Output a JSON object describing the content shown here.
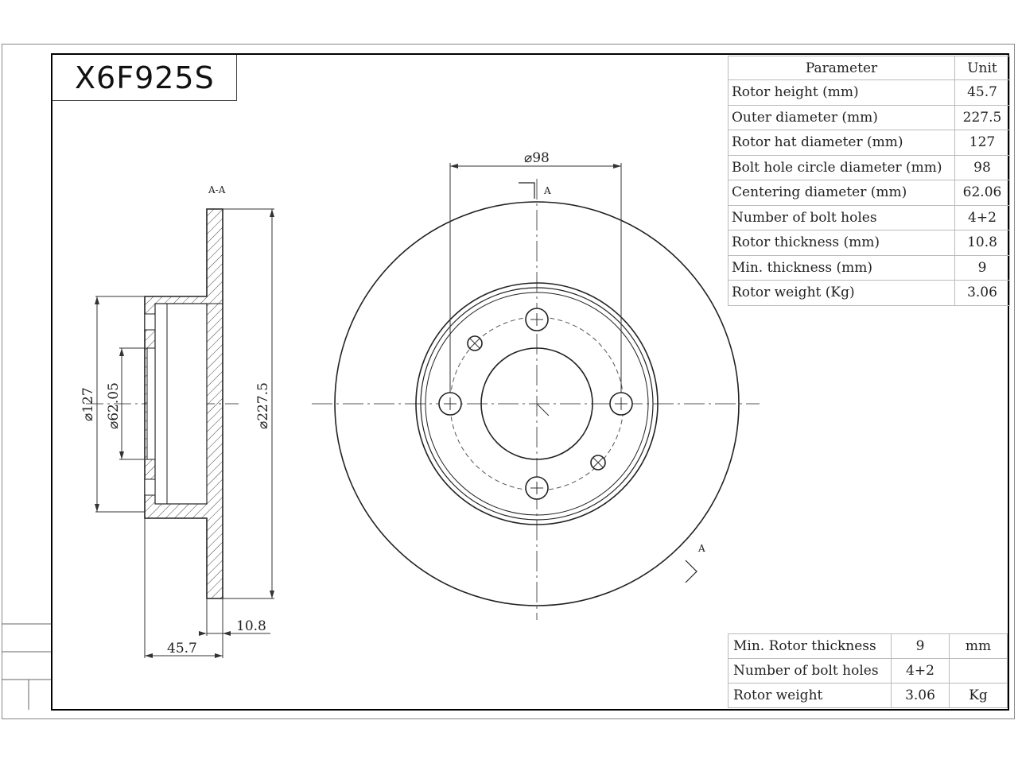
{
  "drawing": {
    "part_number": "X6F925S",
    "section_label": "A-A",
    "section_marker": "A"
  },
  "params_table": {
    "headers": {
      "parameter": "Parameter",
      "unit": "Unit"
    },
    "rows": [
      {
        "name": "Rotor height (mm)",
        "value": "45.7"
      },
      {
        "name": "Outer diameter (mm)",
        "value": "227.5"
      },
      {
        "name": "Rotor hat diameter (mm)",
        "value": "127"
      },
      {
        "name": "Bolt hole circle diameter (mm)",
        "value": "98"
      },
      {
        "name": "Centering diameter (mm)",
        "value": "62.06"
      },
      {
        "name": "Number of bolt holes",
        "value": "4+2"
      },
      {
        "name": "Rotor thickness (mm)",
        "value": "10.8"
      },
      {
        "name": "Min. thickness (mm)",
        "value": "9"
      },
      {
        "name": "Rotor weight (Kg)",
        "value": "3.06"
      }
    ]
  },
  "summary_table": {
    "rows": [
      {
        "name": "Min. Rotor thickness",
        "value": "9",
        "unit": "mm"
      },
      {
        "name": "Number of bolt holes",
        "value": "4+2",
        "unit": ""
      },
      {
        "name": "Rotor weight",
        "value": "3.06",
        "unit": "Kg"
      }
    ]
  },
  "dimensions": {
    "bolt_circle": "⌀98",
    "outer": "⌀227.5",
    "hat": "⌀127",
    "centering": "⌀62.05",
    "height": "45.7",
    "thickness": "10.8"
  }
}
